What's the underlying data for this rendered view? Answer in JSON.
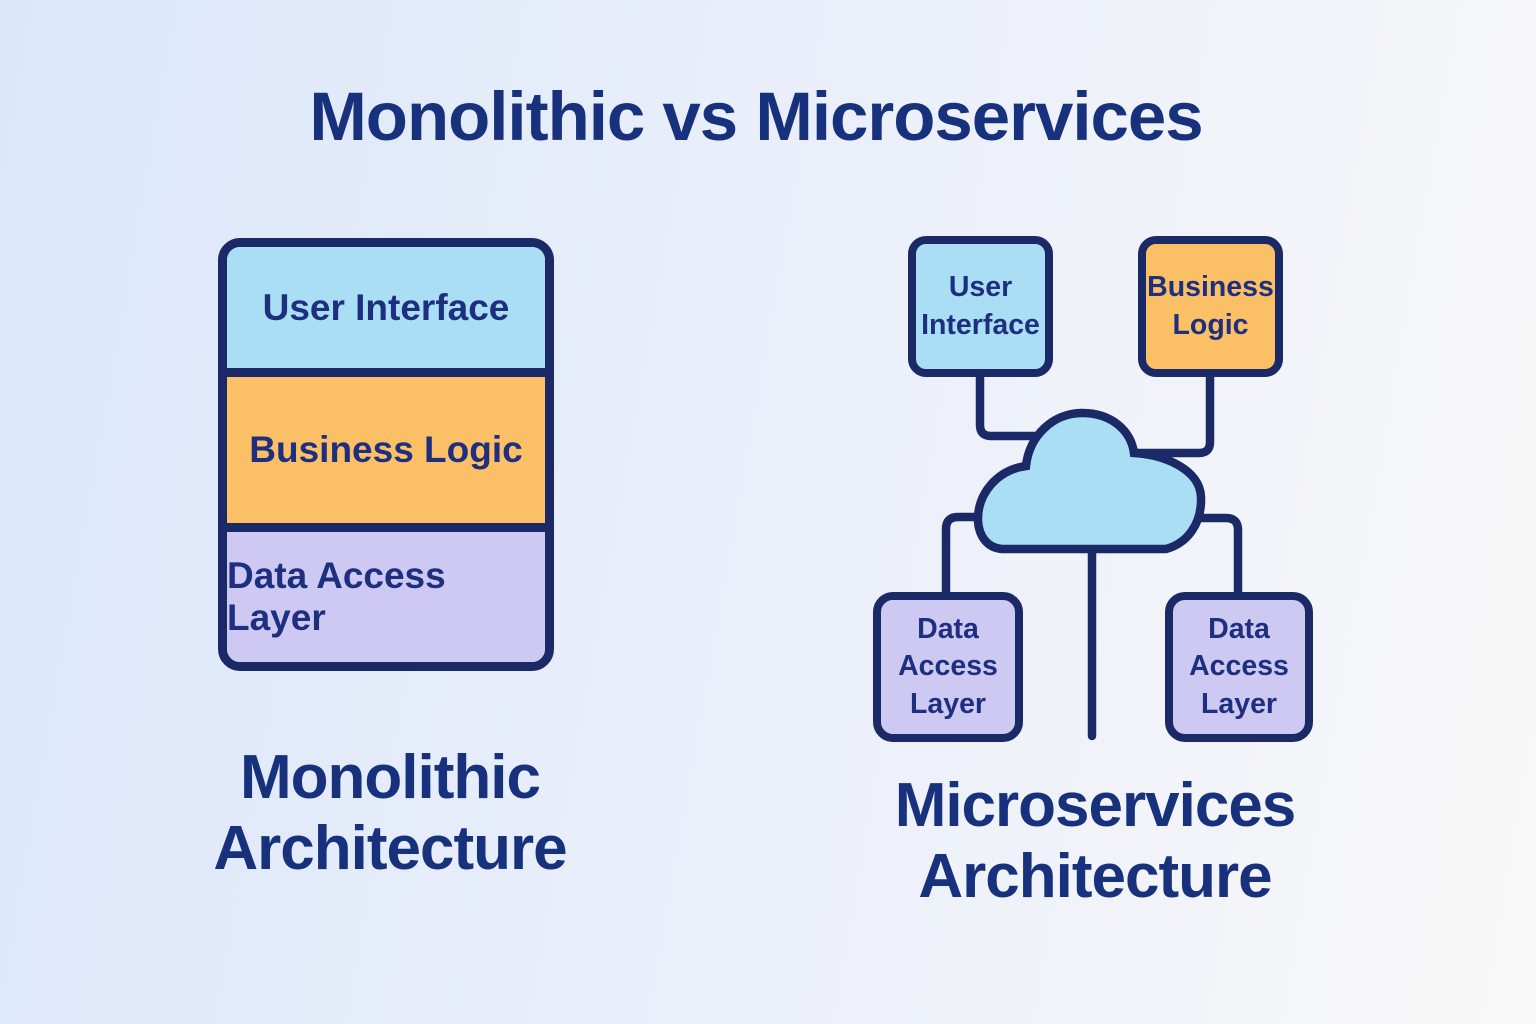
{
  "title": "Monolithic vs Microservices",
  "colors": {
    "navy": "#1b2a66",
    "heading": "#17317d",
    "boxtext": "#1e2f7f",
    "light-blue": "#aadef5",
    "orange": "#fbc066",
    "purple": "#cdc9f3",
    "bg-left": "#dbe7fb",
    "bg-right": "#f9f8f8"
  },
  "monolithic": {
    "caption_line1": "Monolithic",
    "caption_line2": "Architecture",
    "layers": [
      {
        "label": "User Interface",
        "color": "#aadef5"
      },
      {
        "label": "Business Logic",
        "color": "#fbc066"
      },
      {
        "label": "Data Access Layer",
        "color": "#cdc9f3"
      }
    ]
  },
  "microservices": {
    "caption_line1": "Microservices",
    "caption_line2": "Architecture",
    "services": [
      {
        "label": "User Interface",
        "color": "#aadef5"
      },
      {
        "label": "Business Logic",
        "color": "#fbc066"
      },
      {
        "label": "Data Access Layer",
        "color": "#cdc9f3"
      },
      {
        "label": "Data Access Layer",
        "color": "#cdc9f3"
      }
    ],
    "hub_icon": "cloud-icon"
  }
}
